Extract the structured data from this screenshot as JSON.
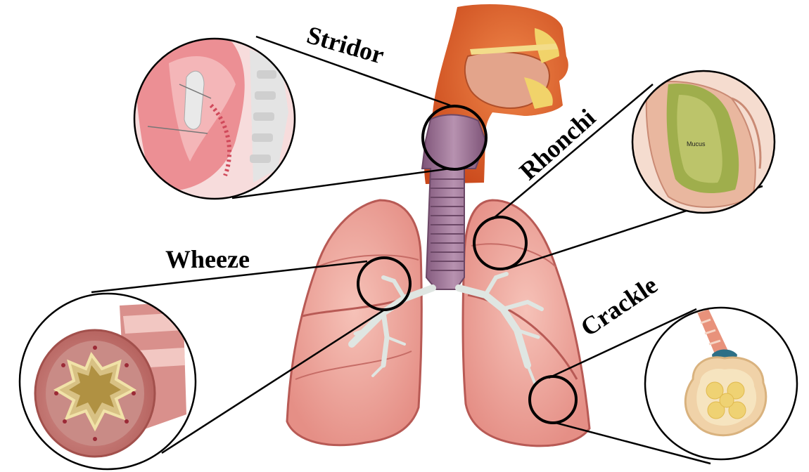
{
  "labels": {
    "stridor": "Stridor",
    "rhonchi": "Rhonchi",
    "wheeze": "Wheeze",
    "crackle": "Crackle",
    "mucus": "Mucus"
  },
  "colors": {
    "lung_fill": "#efa9a0",
    "lung_edge": "#b85a55",
    "trachea": "#9a6d94",
    "head": "#e0662a",
    "bronchi": "#e7ece9",
    "mucus": "#a8b45a",
    "outline": "#000000"
  }
}
